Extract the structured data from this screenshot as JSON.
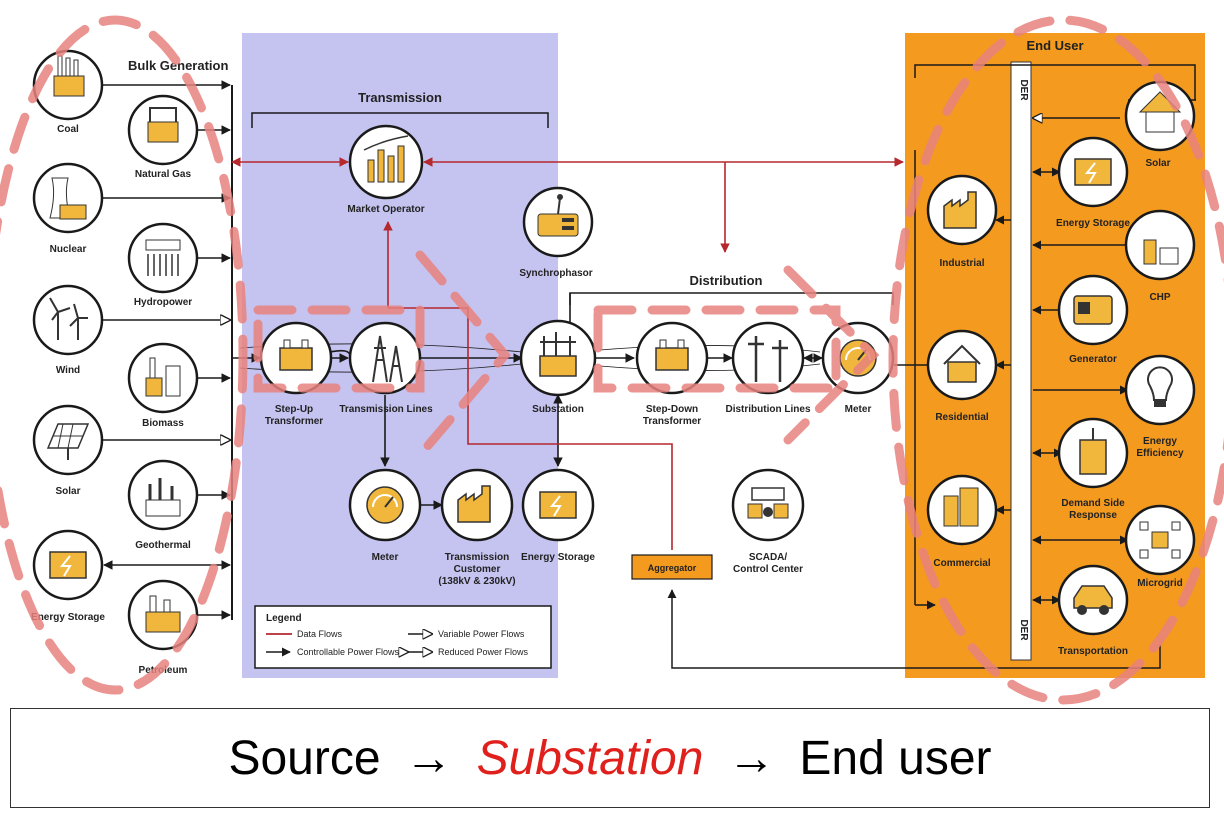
{
  "sections": {
    "bulk_generation": "Bulk Generation",
    "transmission": "Transmission",
    "distribution": "Distribution",
    "end_user": "End User",
    "der_top": "DER",
    "der_bottom": "DER"
  },
  "generation": {
    "coal": "Coal",
    "natural_gas": "Natural Gas",
    "nuclear": "Nuclear",
    "hydropower": "Hydropower",
    "wind": "Wind",
    "biomass": "Biomass",
    "solar": "Solar",
    "geothermal": "Geothermal",
    "energy_storage": "Energy Storage",
    "petroleum": "Petroleum"
  },
  "grid": {
    "market_operator": "Market Operator",
    "synchrophasor": "Synchrophasor",
    "step_up_1": "Step-Up",
    "step_up_2": "Transformer",
    "transmission_lines": "Transmission Lines",
    "substation": "Substation",
    "step_down_1": "Step-Down",
    "step_down_2": "Transformer",
    "distribution_lines": "Distribution Lines",
    "meter_distribution": "Meter",
    "meter_transmission": "Meter",
    "trans_customer_1": "Transmission",
    "trans_customer_2": "Customer",
    "trans_customer_3": "(138kV & 230kV)",
    "energy_storage": "Energy Storage",
    "aggregator": "Aggregator",
    "scada_1": "SCADA/",
    "scada_2": "Control Center"
  },
  "end_user": {
    "industrial": "Industrial",
    "residential": "Residential",
    "commercial": "Commercial",
    "solar": "Solar",
    "energy_storage": "Energy Storage",
    "chp": "CHP",
    "generator": "Generator",
    "energy_efficiency_1": "Energy",
    "energy_efficiency_2": "Efficiency",
    "demand_response_1": "Demand Side",
    "demand_response_2": "Response",
    "microgrid": "Microgrid",
    "transportation": "Transportation"
  },
  "legend": {
    "title": "Legend",
    "data_flows": "Data Flows",
    "controllable": "Controllable Power Flows",
    "variable": "Variable Power Flows",
    "reduced": "Reduced Power Flows"
  },
  "caption": {
    "source": "Source",
    "arrow1": "→",
    "substation": "Substation",
    "arrow2": "→",
    "end_user": "End user"
  },
  "colors": {
    "transmission_panel": "#c5c3f0",
    "end_user_panel": "#f39a1f",
    "data_flow": "#b5282e",
    "highlight_dash": "#e8837f",
    "caption_highlight": "#e0201c"
  }
}
